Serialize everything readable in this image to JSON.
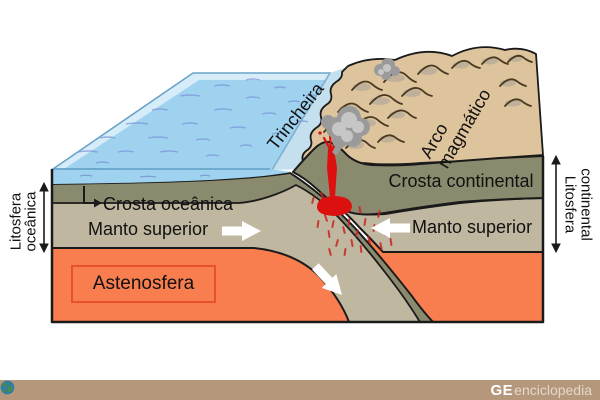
{
  "diagram": {
    "labels": {
      "trench": "Trincheira",
      "magmatic_arc_line1": "Arco",
      "magmatic_arc_line2": "magmático",
      "continental_crust": "Crosta continental",
      "oceanic_crust": "Crosta oceânica",
      "upper_mantle_left": "Manto superior",
      "upper_mantle_right": "Manto superior",
      "asthenosphere": "Astenosfera",
      "oceanic_lithosphere_line1": "Litosfera",
      "oceanic_lithosphere_line2": "oceânica",
      "continental_lithosphere_line1": "Litosfera",
      "continental_lithosphere_line2": "continental"
    },
    "colors": {
      "ocean": "#9fd2ee",
      "ocean_rim": "#d6ecf9",
      "trench_face": "#c4dfee",
      "land": "#ddc49c",
      "crust": "#8a8a6e",
      "mantle": "#bfb7a0",
      "asthenosphere": "#f87e50",
      "asthenosphere_box_border": "#e8512b",
      "magma": "#dd1010",
      "smoke": "#9a9a9a",
      "outline": "#1a1a1a"
    }
  },
  "footer": {
    "brand_prefix": "GE",
    "brand_suffix": "enciclopedia",
    "bar_color": "#b5977c"
  }
}
